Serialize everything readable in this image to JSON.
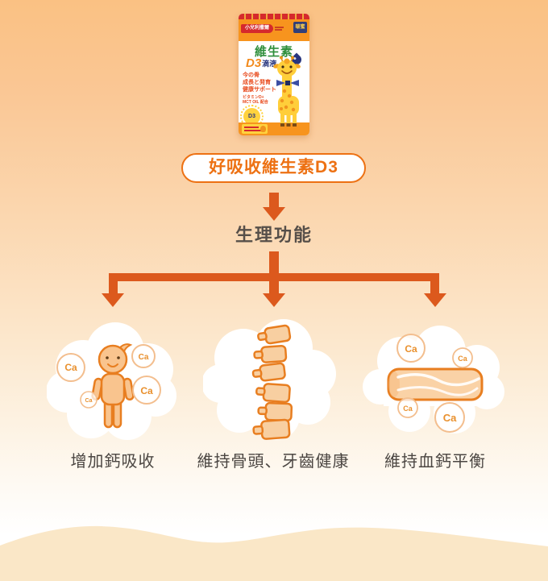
{
  "colors": {
    "background_top": "#FAC183",
    "arrow_orange": "#DC591D",
    "pill_orange": "#ED7113",
    "box_orange": "#F7941E",
    "box_red": "#D5292C",
    "title_green": "#2F8F3C",
    "navy": "#27357E",
    "text_dark": "#4B4642",
    "ca_orange": "#E9902D",
    "illustration_stroke": "#E87E20",
    "illustration_fill": "#F9C48E",
    "wave_cream": "#FAE7C7"
  },
  "product_box": {
    "ribbon_label": "小兒利撒爾",
    "corner_badge_label": "啵蜜",
    "title_line1": "維生素",
    "title_d3": "D3",
    "title_suffix": "滴液",
    "claims": [
      "今の骨",
      "成長と発育",
      "健康サポート"
    ],
    "sub_claims": [
      "ビタミンD+",
      "MCT OIL 配合"
    ],
    "sun_label": "D3"
  },
  "diagram": {
    "pill_label": "好吸收維生素D3",
    "node_label": "生理功能",
    "ca_label": "Ca",
    "features": [
      {
        "label": "增加鈣吸收",
        "illustration": "child-body-icon"
      },
      {
        "label": "維持骨頭、牙齒健康",
        "illustration": "spine-icon"
      },
      {
        "label": "維持血鈣平衡",
        "illustration": "bone-icon"
      }
    ]
  }
}
